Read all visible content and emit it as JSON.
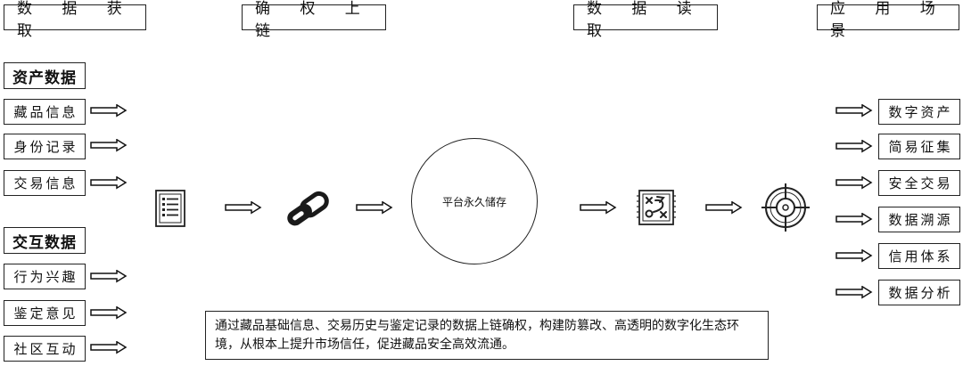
{
  "stages": [
    "数 据 获 取",
    "确 权 上 链",
    "数 据 读 取",
    "应 用 场 景"
  ],
  "asset": {
    "title": "资产数据",
    "items": [
      "藏品信息",
      "身份记录",
      "交易信息"
    ]
  },
  "interaction": {
    "title": "交互数据",
    "items": [
      "行为兴趣",
      "鉴定意见",
      "社区互动"
    ]
  },
  "platform": {
    "label": "平台永久储存"
  },
  "applications": [
    "数字资产",
    "简易征集",
    "安全交易",
    "数据溯源",
    "信用体系",
    "数据分析"
  ],
  "description": "通过藏品基础信息、交易历史与鉴定记录的数据上链确权，构建防篡改、高透明的数字化生态环境，从根本上提升市场信任，促进藏品安全高效流通。",
  "icons": {
    "list": "list-document-icon",
    "chain": "chain-link-icon",
    "map": "strategy-map-icon",
    "target": "target-crosshair-icon"
  }
}
